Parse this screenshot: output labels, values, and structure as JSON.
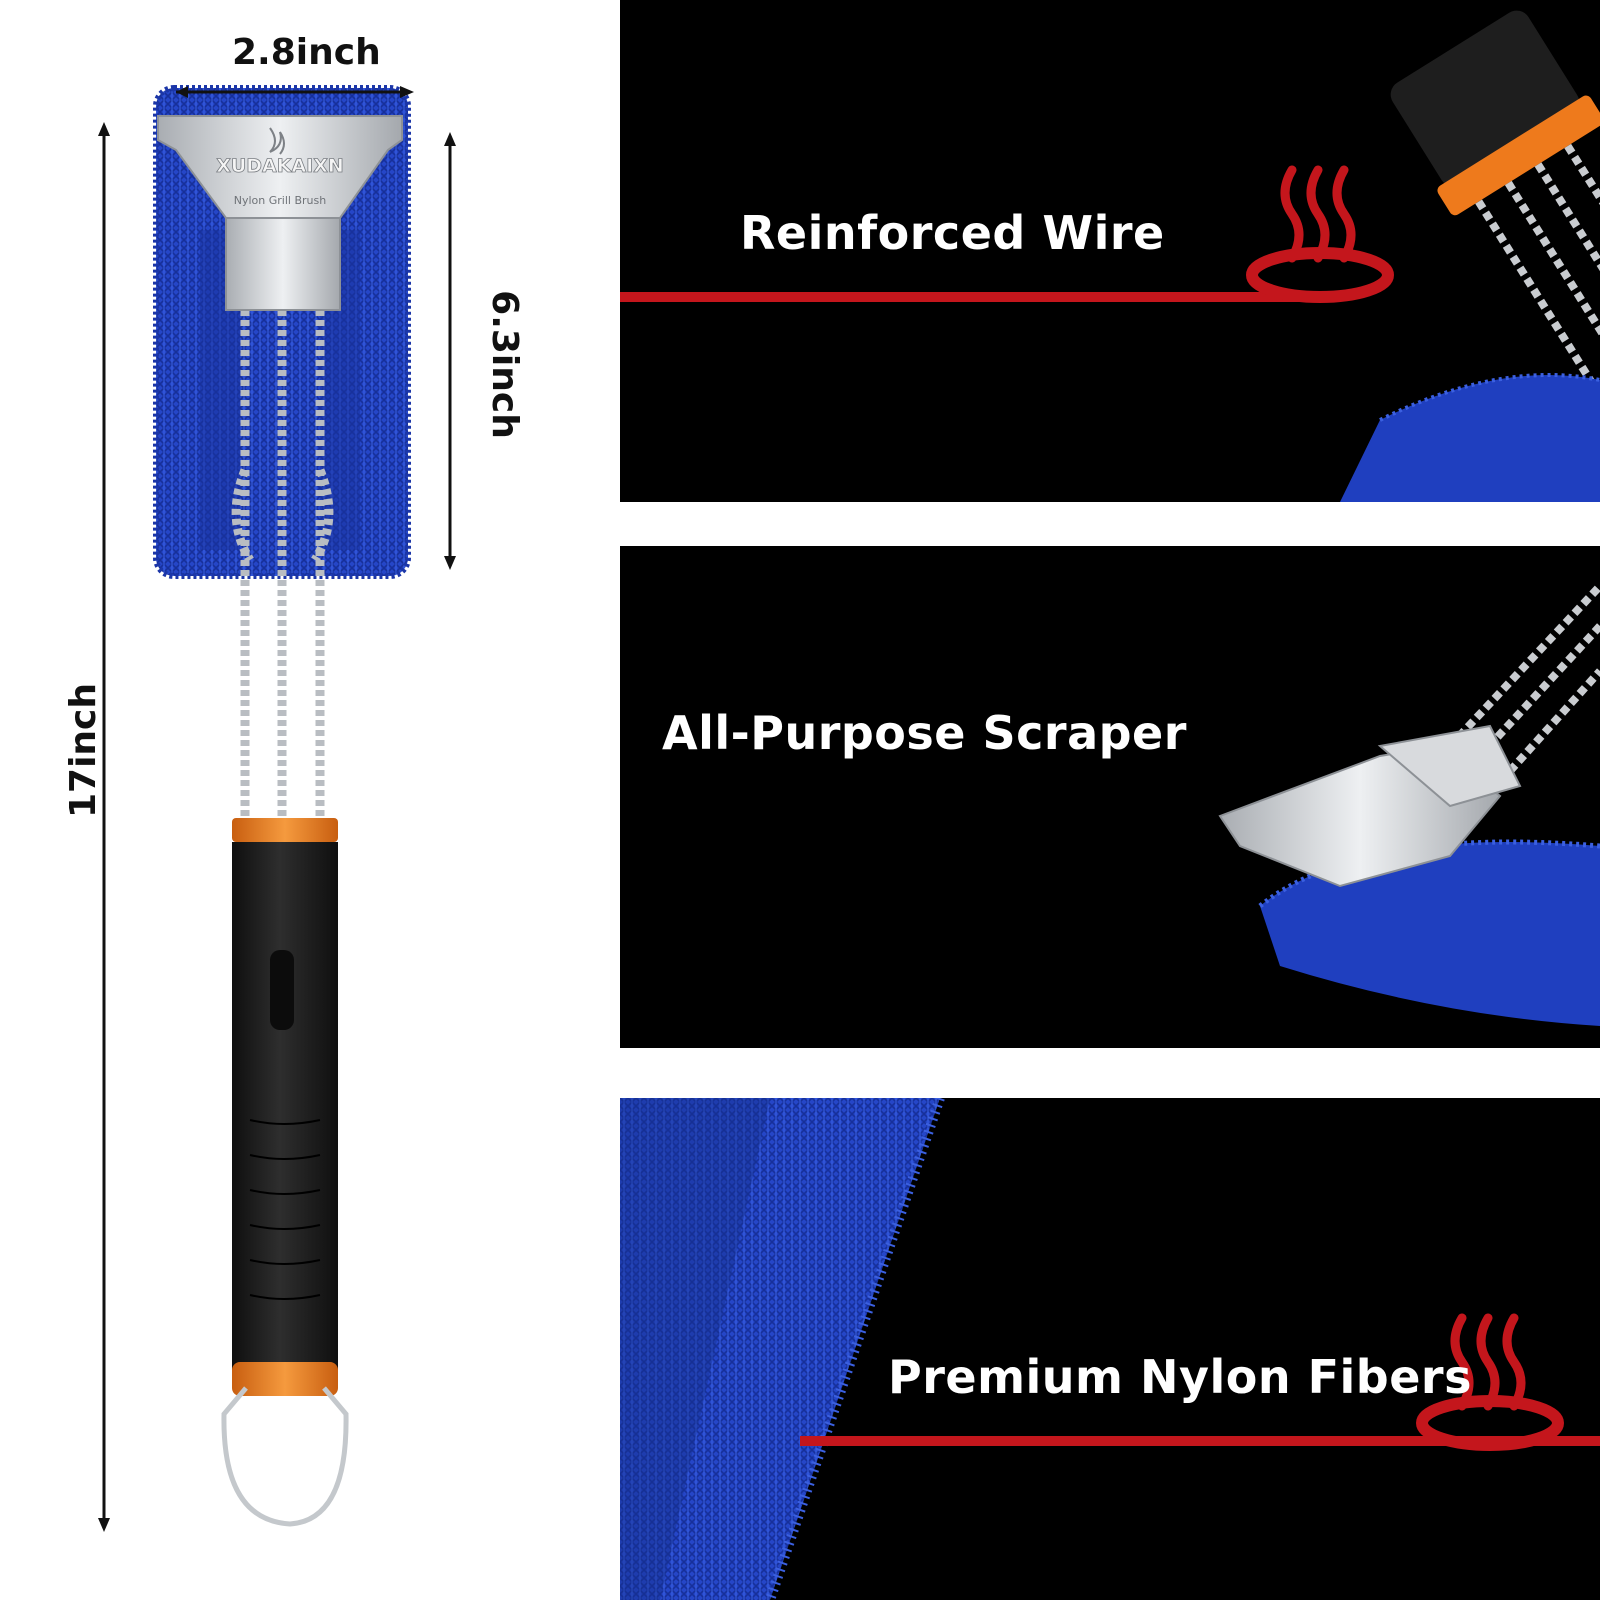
{
  "dimensions": {
    "width": "2.8inch",
    "head_length": "6.3inch",
    "total_length": "17inch"
  },
  "scraper": {
    "brand": "XUDAKAIXN",
    "product": "Nylon Grill Brush"
  },
  "features": [
    {
      "title": "Reinforced Wire"
    },
    {
      "title": "All-Purpose Scraper"
    },
    {
      "title": "Premium Nylon Fibers"
    }
  ],
  "colors": {
    "nylon_blue": "#1f3fbf",
    "handle_black": "#1c1c1c",
    "handle_ring_orange": "#ee7a1c",
    "accent_red": "#c4161c",
    "steel": "#c9ccd0"
  },
  "icons": [
    "heat-waves-icon"
  ]
}
